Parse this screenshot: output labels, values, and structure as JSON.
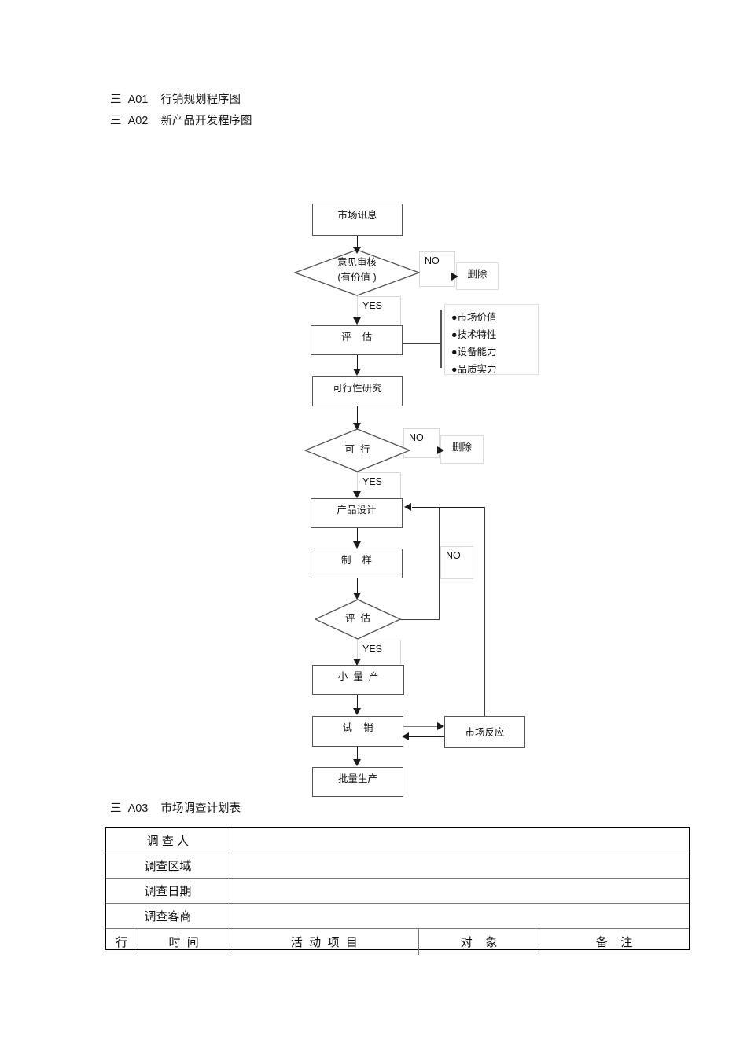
{
  "document": {
    "toc": [
      {
        "marker": "三",
        "code": "A01",
        "title": "行销规划程序图"
      },
      {
        "marker": "三",
        "code": "A02",
        "title": "新产品开发程序图"
      }
    ],
    "section_a03": {
      "marker": "三",
      "code": "A03",
      "title": "市场调查计划表"
    }
  },
  "flowchart": {
    "nodes": {
      "market_info": "市场讯息",
      "review_line1": "意见审核",
      "review_line2": "(有价值 )",
      "delete_1": "删除",
      "evaluate_1": "评    估",
      "feasibility_study": "可行性研究",
      "feasible": "可  行",
      "delete_2": "删除",
      "product_design": "产品设计",
      "prototype": "制    样",
      "evaluate_2": "评  估",
      "small_batch": "小  量  产",
      "trial_sale": "试    销",
      "market_response": "市场反应",
      "mass_production": "批量生产"
    },
    "edge_labels": {
      "no_1": "NO",
      "yes_1": "YES",
      "no_2": "NO",
      "yes_2": "YES",
      "no_3": "NO",
      "yes_3": "YES"
    },
    "criteria_panel": [
      "●市场价值",
      "●技术特性",
      "●设备能力",
      "●品质实力"
    ]
  },
  "survey_table": {
    "info_rows": [
      {
        "label": "调 查 人",
        "value": ""
      },
      {
        "label": "调查区域",
        "value": ""
      },
      {
        "label": "调查日期",
        "value": ""
      },
      {
        "label": "调查客商",
        "value": ""
      }
    ],
    "headers": [
      "行",
      "时  间",
      "活  动  项  目",
      "对    象",
      "备    注"
    ]
  }
}
